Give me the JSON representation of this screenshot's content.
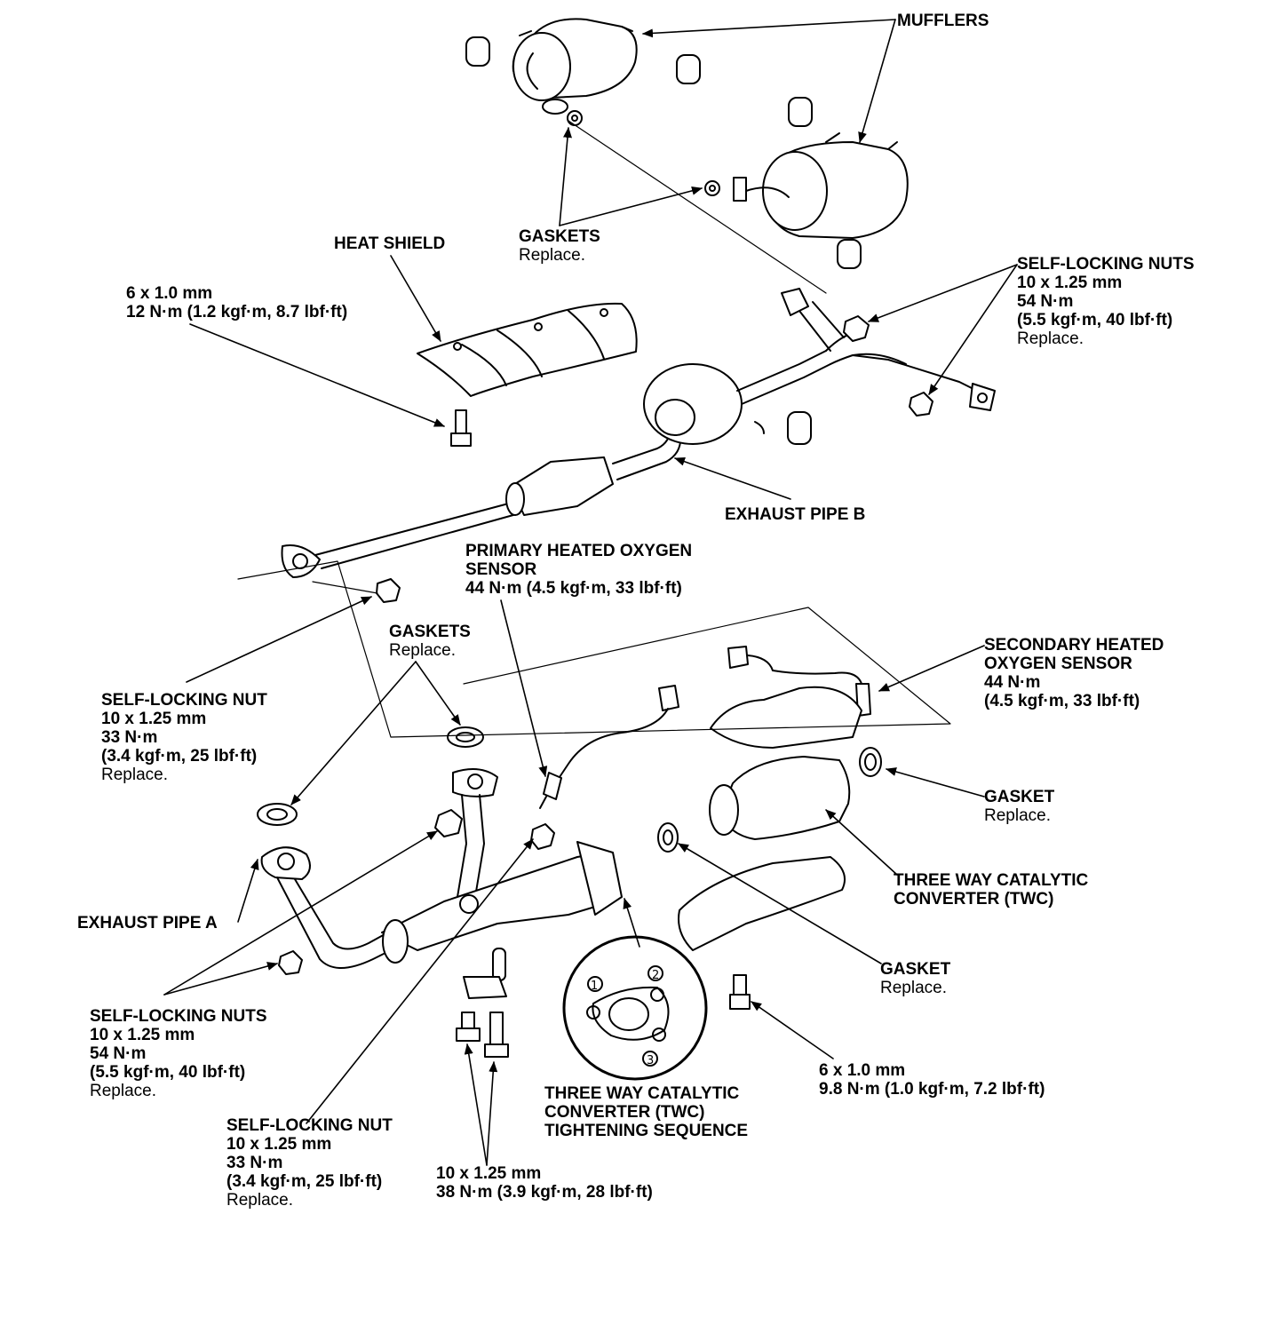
{
  "labels": {
    "mufflers": "MUFFLERS",
    "gaskets_top": {
      "title": "GASKETS",
      "note": "Replace."
    },
    "heat_shield": "HEAT SHIELD",
    "bolt_6x10_top": {
      "size": "6 x 1.0 mm",
      "torque": "12 N·m (1.2 kgf·m, 8.7 lbf·ft)"
    },
    "nuts_top_right": {
      "title": "SELF-LOCKING NUTS",
      "size": "10 x 1.25 mm",
      "torque": "54 N·m",
      "torque_alt": "(5.5 kgf·m, 40 lbf·ft)",
      "note": "Replace."
    },
    "exhaust_pipe_b": "EXHAUST PIPE B",
    "primary_sensor": {
      "title1": "PRIMARY HEATED OXYGEN",
      "title2": "SENSOR",
      "torque": "44 N·m (4.5 kgf·m, 33 lbf·ft)"
    },
    "gaskets_mid": {
      "title": "GASKETS",
      "note": "Replace."
    },
    "nut_left": {
      "title": "SELF-LOCKING NUT",
      "size": "10 x 1.25 mm",
      "torque": "33 N·m",
      "torque_alt": "(3.4 kgf·m, 25 lbf·ft)",
      "note": "Replace."
    },
    "secondary_sensor": {
      "title1": "SECONDARY HEATED",
      "title2": "OXYGEN SENSOR",
      "torque": "44 N·m",
      "torque_alt": "(4.5 kgf·m, 33 lbf·ft)"
    },
    "gasket_right": {
      "title": "GASKET",
      "note": "Replace."
    },
    "twc": {
      "line1": "THREE WAY CATALYTIC",
      "line2": "CONVERTER (TWC)"
    },
    "exhaust_pipe_a": "EXHAUST PIPE A",
    "gasket_lower": {
      "title": "GASKET",
      "note": "Replace."
    },
    "nuts_bottom_left": {
      "title": "SELF-LOCKING NUTS",
      "size": "10 x 1.25 mm",
      "torque": "54 N·m",
      "torque_alt": "(5.5 kgf·m, 40 lbf·ft)",
      "note": "Replace."
    },
    "bolt_6x10_bottom": {
      "size": "6 x 1.0 mm",
      "torque": "9.8 N·m (1.0 kgf·m, 7.2 lbf·ft)"
    },
    "twc_sequence": {
      "line1": "THREE WAY CATALYTIC",
      "line2": "CONVERTER (TWC)",
      "line3": "TIGHTENING SEQUENCE",
      "marks": [
        "1",
        "2",
        "3"
      ]
    },
    "nut_bottom": {
      "title": "SELF-LOCKING NUT",
      "size": "10 x 1.25 mm",
      "torque": "33 N·m",
      "torque_alt": "(3.4 kgf·m, 25 lbf·ft)",
      "note": "Replace."
    },
    "bolt_10x125": {
      "size": "10 x 1.25 mm",
      "torque": "38 N·m (3.9 kgf·m, 28 lbf·ft)"
    }
  }
}
